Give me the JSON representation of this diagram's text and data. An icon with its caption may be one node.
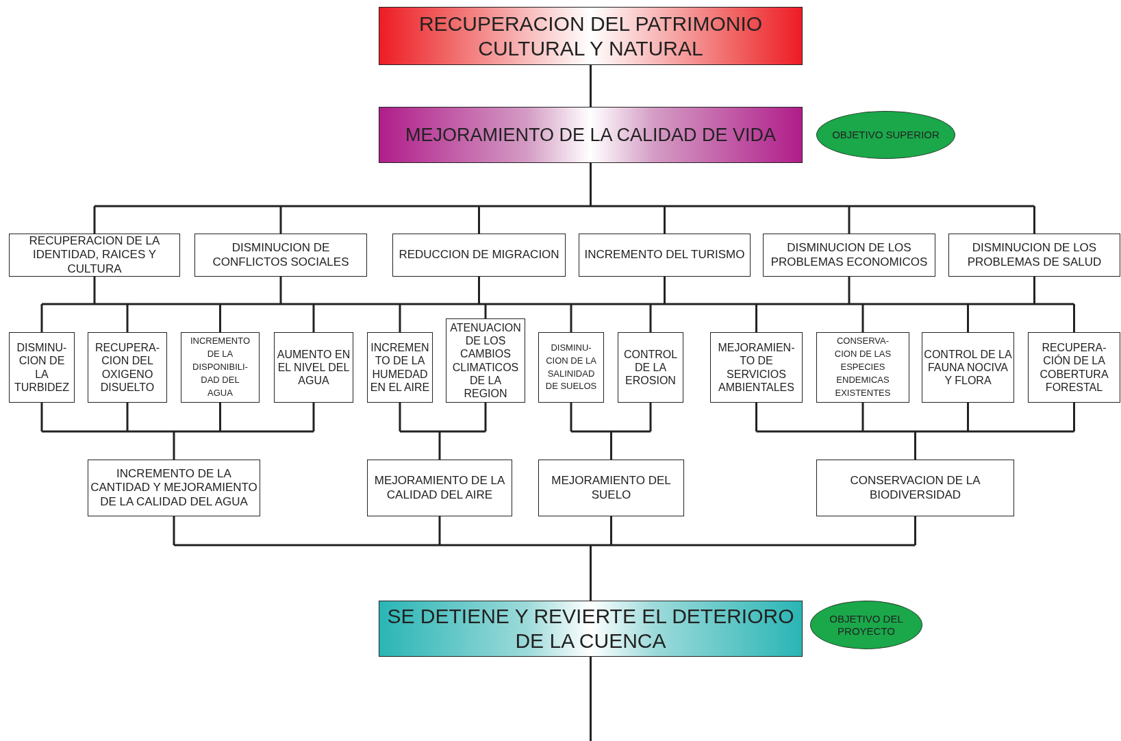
{
  "diagram": {
    "nodes": [
      {
        "text": [
          "RECUPERACION DEL PATRIMONIO CULTURAL Y NATURAL"
        ]
      },
      {
        "text": [
          "MEJORAMIENTO DE LA CALIDAD DE VIDA"
        ]
      },
      {
        "text": [
          "OBJETIVO SUPERIOR"
        ]
      },
      {
        "text": [
          "RECUPERACION DE LA IDENTIDAD, RAICES Y CULTURA"
        ]
      },
      {
        "text": [
          "DISMINUCION DE CONFLICTOS SOCIALES"
        ]
      },
      {
        "text": [
          "REDUCCION DE MIGRACION"
        ]
      },
      {
        "text": [
          "INCREMENTO DEL TURISMO"
        ]
      },
      {
        "text": [
          "DISMINUCION DE LOS PROBLEMAS ECONOMICOS"
        ]
      },
      {
        "text": [
          "DISMINUCION DE LOS PROBLEMAS DE SALUD"
        ]
      },
      {
        "text": [
          "DISMINU- CION DE LA TURBIDEZ"
        ]
      },
      {
        "text": [
          "RECUPERA- CION DEL OXIGENO DISUELTO"
        ]
      },
      {
        "text": [
          "INCREMENTO DE LA DISPONIBILI- DAD DEL AGUA"
        ]
      },
      {
        "text": [
          "AUMENTO EN EL NIVEL DEL AGUA"
        ]
      },
      {
        "text": [
          "INCREMEN TO DE LA HUMEDAD EN EL AIRE"
        ]
      },
      {
        "text": [
          "ATENUACION DE LOS CAMBIOS CLIMATICOS DE LA REGION"
        ]
      },
      {
        "text": [
          "DISMINU- CION DE LA SALINIDAD DE SUELOS"
        ]
      },
      {
        "text": [
          "CONTROL DE LA EROSION"
        ]
      },
      {
        "text": [
          "MEJORAMIEN- TO DE SERVICIOS AMBIENTALES"
        ]
      },
      {
        "text": [
          "CONSERVA- CION DE LAS ESPECIES ENDEMICAS EXISTENTES"
        ]
      },
      {
        "text": [
          "CONTROL DE LA FAUNA NOCIVA Y FLORA"
        ]
      },
      {
        "text": [
          "RECUPERA- CIÓN DE LA COBERTURA FORESTAL"
        ]
      },
      {
        "text": [
          "INCREMENTO DE LA CANTIDAD Y MEJORAMIENTO DE LA CALIDAD DEL AGUA"
        ]
      },
      {
        "text": [
          "MEJORAMIENTO DE LA CALIDAD DEL AIRE"
        ]
      },
      {
        "text": [
          "MEJORAMIENTO DEL SUELO"
        ]
      },
      {
        "text": [
          "CONSERVACION DE LA BIODIVERSIDAD"
        ]
      },
      {
        "text": [
          "SE DETIENE Y REVIERTE EL DETERIORO DE LA CUENCA"
        ]
      },
      {
        "text": [
          "OBJETIVO DEL PROYECTO"
        ]
      }
    ],
    "edges": [
      {
        "from": 0,
        "to": 1,
        "arrow": "none"
      },
      {
        "from": 1,
        "to": 3,
        "arrow": "none"
      },
      {
        "from": 1,
        "to": 4,
        "arrow": "none"
      },
      {
        "from": 1,
        "to": 5,
        "arrow": "none"
      },
      {
        "from": 1,
        "to": 6,
        "arrow": "none"
      },
      {
        "from": 1,
        "to": 7,
        "arrow": "none"
      },
      {
        "from": 1,
        "to": 8,
        "arrow": "none"
      },
      {
        "from": 3,
        "to": 9,
        "arrow": "none"
      },
      {
        "from": 3,
        "to": 10,
        "arrow": "none"
      },
      {
        "from": 3,
        "to": 11,
        "arrow": "none"
      },
      {
        "from": 3,
        "to": 12,
        "arrow": "none"
      },
      {
        "from": 3,
        "to": 13,
        "arrow": "none"
      },
      {
        "from": 3,
        "to": 14,
        "arrow": "none"
      },
      {
        "from": 3,
        "to": 15,
        "arrow": "none"
      },
      {
        "from": 3,
        "to": 16,
        "arrow": "none"
      },
      {
        "from": 3,
        "to": 17,
        "arrow": "none"
      },
      {
        "from": 3,
        "to": 18,
        "arrow": "none"
      },
      {
        "from": 3,
        "to": 19,
        "arrow": "none"
      },
      {
        "from": 3,
        "to": 20,
        "arrow": "none"
      },
      {
        "from": 4,
        "to": 9,
        "arrow": "none"
      },
      {
        "from": 4,
        "to": 10,
        "arrow": "none"
      },
      {
        "from": 4,
        "to": 11,
        "arrow": "none"
      },
      {
        "from": 4,
        "to": 12,
        "arrow": "none"
      },
      {
        "from": 4,
        "to": 13,
        "arrow": "none"
      },
      {
        "from": 4,
        "to": 14,
        "arrow": "none"
      },
      {
        "from": 4,
        "to": 15,
        "arrow": "none"
      },
      {
        "from": 4,
        "to": 16,
        "arrow": "none"
      },
      {
        "from": 4,
        "to": 17,
        "arrow": "none"
      },
      {
        "from": 4,
        "to": 18,
        "arrow": "none"
      },
      {
        "from": 4,
        "to": 19,
        "arrow": "none"
      },
      {
        "from": 4,
        "to": 20,
        "arrow": "none"
      },
      {
        "from": 5,
        "to": 9,
        "arrow": "none"
      },
      {
        "from": 5,
        "to": 10,
        "arrow": "none"
      },
      {
        "from": 5,
        "to": 11,
        "arrow": "none"
      },
      {
        "from": 5,
        "to": 12,
        "arrow": "none"
      },
      {
        "from": 5,
        "to": 13,
        "arrow": "none"
      },
      {
        "from": 5,
        "to": 14,
        "arrow": "none"
      },
      {
        "from": 5,
        "to": 15,
        "arrow": "none"
      },
      {
        "from": 5,
        "to": 16,
        "arrow": "none"
      },
      {
        "from": 5,
        "to": 17,
        "arrow": "none"
      },
      {
        "from": 5,
        "to": 18,
        "arrow": "none"
      },
      {
        "from": 5,
        "to": 19,
        "arrow": "none"
      },
      {
        "from": 5,
        "to": 20,
        "arrow": "none"
      },
      {
        "from": 6,
        "to": 9,
        "arrow": "none"
      },
      {
        "from": 6,
        "to": 10,
        "arrow": "none"
      },
      {
        "from": 6,
        "to": 11,
        "arrow": "none"
      },
      {
        "from": 6,
        "to": 12,
        "arrow": "none"
      },
      {
        "from": 6,
        "to": 13,
        "arrow": "none"
      },
      {
        "from": 6,
        "to": 14,
        "arrow": "none"
      },
      {
        "from": 6,
        "to": 15,
        "arrow": "none"
      },
      {
        "from": 6,
        "to": 16,
        "arrow": "none"
      },
      {
        "from": 6,
        "to": 17,
        "arrow": "none"
      },
      {
        "from": 6,
        "to": 18,
        "arrow": "none"
      },
      {
        "from": 6,
        "to": 19,
        "arrow": "none"
      },
      {
        "from": 6,
        "to": 20,
        "arrow": "none"
      },
      {
        "from": 7,
        "to": 9,
        "arrow": "none"
      },
      {
        "from": 7,
        "to": 10,
        "arrow": "none"
      },
      {
        "from": 7,
        "to": 11,
        "arrow": "none"
      },
      {
        "from": 7,
        "to": 12,
        "arrow": "none"
      },
      {
        "from": 7,
        "to": 13,
        "arrow": "none"
      },
      {
        "from": 7,
        "to": 14,
        "arrow": "none"
      },
      {
        "from": 7,
        "to": 15,
        "arrow": "none"
      },
      {
        "from": 7,
        "to": 16,
        "arrow": "none"
      },
      {
        "from": 7,
        "to": 17,
        "arrow": "none"
      },
      {
        "from": 7,
        "to": 18,
        "arrow": "none"
      },
      {
        "from": 7,
        "to": 19,
        "arrow": "none"
      },
      {
        "from": 7,
        "to": 20,
        "arrow": "none"
      },
      {
        "from": 8,
        "to": 9,
        "arrow": "none"
      },
      {
        "from": 8,
        "to": 10,
        "arrow": "none"
      },
      {
        "from": 8,
        "to": 11,
        "arrow": "none"
      },
      {
        "from": 8,
        "to": 12,
        "arrow": "none"
      },
      {
        "from": 8,
        "to": 13,
        "arrow": "none"
      },
      {
        "from": 8,
        "to": 14,
        "arrow": "none"
      },
      {
        "from": 8,
        "to": 15,
        "arrow": "none"
      },
      {
        "from": 8,
        "to": 16,
        "arrow": "none"
      },
      {
        "from": 8,
        "to": 17,
        "arrow": "none"
      },
      {
        "from": 8,
        "to": 18,
        "arrow": "none"
      },
      {
        "from": 8,
        "to": 19,
        "arrow": "none"
      },
      {
        "from": 8,
        "to": 20,
        "arrow": "none"
      },
      {
        "from": 9,
        "to": 21,
        "arrow": "none"
      },
      {
        "from": 10,
        "to": 21,
        "arrow": "none"
      },
      {
        "from": 11,
        "to": 21,
        "arrow": "none"
      },
      {
        "from": 12,
        "to": 21,
        "arrow": "none"
      },
      {
        "from": 13,
        "to": 22,
        "arrow": "none"
      },
      {
        "from": 14,
        "to": 22,
        "arrow": "none"
      },
      {
        "from": 15,
        "to": 23,
        "arrow": "none"
      },
      {
        "from": 16,
        "to": 23,
        "arrow": "none"
      },
      {
        "from": 17,
        "to": 24,
        "arrow": "none"
      },
      {
        "from": 18,
        "to": 24,
        "arrow": "none"
      },
      {
        "from": 19,
        "to": 24,
        "arrow": "none"
      },
      {
        "from": 20,
        "to": 24,
        "arrow": "none"
      },
      {
        "from": 21,
        "to": 25,
        "arrow": "none"
      },
      {
        "from": 22,
        "to": 25,
        "arrow": "none"
      },
      {
        "from": 23,
        "to": 25,
        "arrow": "none"
      },
      {
        "from": 24,
        "to": 25,
        "arrow": "none"
      },
      {
        "from": 25,
        "to": null,
        "arrow": "none"
      }
    ]
  }
}
